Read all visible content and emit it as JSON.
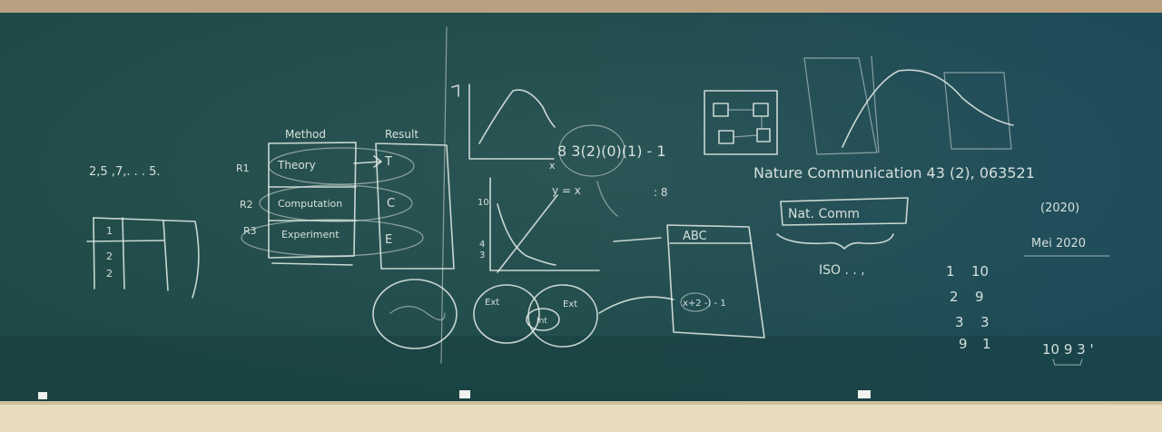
{
  "board": {
    "left_text": {
      "sequence": "2,5 ,7,. . .  5."
    },
    "table": {
      "col_method": "Method",
      "col_result": "Result",
      "rows": [
        {
          "id": "R1",
          "method": "Theory",
          "result": "T"
        },
        {
          "id": "R2",
          "method": "Computation",
          "result": "C"
        },
        {
          "id": "R3",
          "method": "Experiment",
          "result": "E"
        }
      ]
    },
    "small_grid_numbers": [
      "1",
      "2",
      "2"
    ],
    "middle": {
      "number_sequence": "8 3(2)(0)(1) - 1",
      "axis_label_x": "x",
      "eq_label": "y = x",
      "ticks": [
        "10",
        "4",
        "3"
      ],
      "colon_eight": ": 8",
      "venn_left": "Ext",
      "venn_right": "Ext",
      "venn_center": "Int"
    },
    "abc_box": {
      "title": "ABC",
      "expr": "x+2 -) - 1"
    },
    "right": {
      "citation": "Nature Communication  43 (2), 063521",
      "year": "(2020)",
      "date": "Mei 2020",
      "abbrev": "Nat. Comm",
      "iso": "ISO . . ,",
      "pairs": [
        [
          "1",
          "10"
        ],
        [
          "2",
          "9"
        ],
        [
          "3",
          "3"
        ],
        [
          "9",
          "1"
        ]
      ],
      "bottom_digits": "10 9 3 '"
    }
  }
}
